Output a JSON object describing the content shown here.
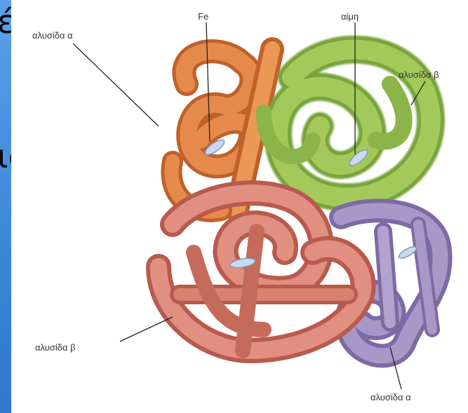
{
  "slide": {
    "text_fragment_top": "ές",
    "text_fragment_mid": "ιδα"
  },
  "labels": {
    "fe": "Fe",
    "heme": "αίμη",
    "alpha_top": "αλυσίδα α",
    "beta_top": "αλυσίδα β",
    "beta_bottom": "αλυσίδα β",
    "alpha_bottom": "αλυσίδα α"
  },
  "colors": {
    "alpha_chain_orange": "#d9783a",
    "beta_chain_green": "#9cc150",
    "beta_chain_red": "#d8796a",
    "alpha_chain_purple": "#9b87bd",
    "heme_disc": "#c9d9ee"
  }
}
